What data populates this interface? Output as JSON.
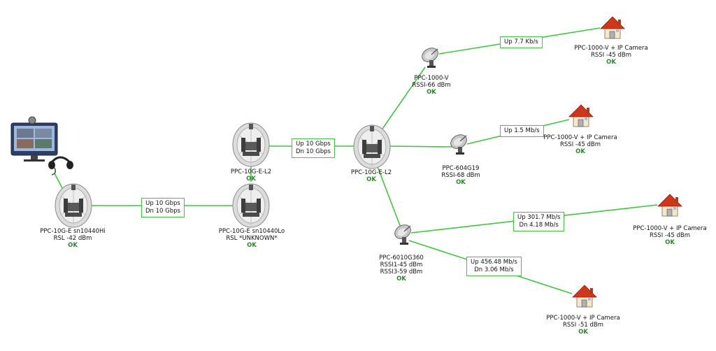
{
  "nodes": {
    "pc": {
      "icon": "computer-with-headset-icon"
    },
    "radio_a": {
      "name": "PPC-10G-E sn10440Hi",
      "rsl": "RSL -42 dBm",
      "status": "OK"
    },
    "radio_b": {
      "name": "PPC-10G-E sn10440Lo",
      "rsl": "RSL *UNKNOWN*",
      "status": "OK"
    },
    "radio_c": {
      "name": "PPC-10G-E-L2",
      "status": "OK"
    },
    "radio_d": {
      "name": "PPC-10G-E-L2",
      "status": "OK"
    },
    "dish_1": {
      "name": "PPC-1000-V",
      "rssi": "RSSI-66 dBm",
      "status": "OK"
    },
    "dish_2": {
      "name": "PPC-604G19",
      "rssi": "RSSI-68 dBm",
      "status": "OK"
    },
    "dish_3": {
      "name": "PPC-6010G360",
      "rssi1": "RSSI1-45 dBm",
      "rssi3": "RSSI3-59 dBm",
      "status": "OK"
    },
    "house_1": {
      "name": "PPC-1000-V + IP Camera",
      "rssi": "RSSI -45 dBm",
      "status": "OK"
    },
    "house_2": {
      "name": "PPC-1000-V + IP Camera",
      "rssi": "RSSI -45 dBm",
      "status": "OK"
    },
    "house_3": {
      "name": "PPC-1000-V + IP Camera",
      "rssi": "RSSI -45 dBm",
      "status": "OK"
    },
    "house_4": {
      "name": "PPC-1000-V + IP Camera",
      "rssi": "RSSI -51 dBm",
      "status": "OK"
    }
  },
  "links": {
    "ab": {
      "up": "Up 10 Gbps",
      "dn": "Dn 10 Gbps"
    },
    "cd": {
      "up": "Up 10 Gbps",
      "dn": "Dn 10 Gbps"
    },
    "d1_h1": {
      "up": "Up 7.7 Kb/s"
    },
    "d2_h2": {
      "up": "Up 1.5 Mb/s"
    },
    "d3_h3": {
      "up": "Up 301.7 Mb/s",
      "dn": "Dn 4.18 Mb/s"
    },
    "d3_h4": {
      "up": "Up 456.48 Mb/s",
      "dn": "Dn 3.06 Mb/s"
    }
  },
  "colors": {
    "link": "#3cc83c",
    "ok": "#2a8a2a",
    "roof": "#d0361a"
  }
}
